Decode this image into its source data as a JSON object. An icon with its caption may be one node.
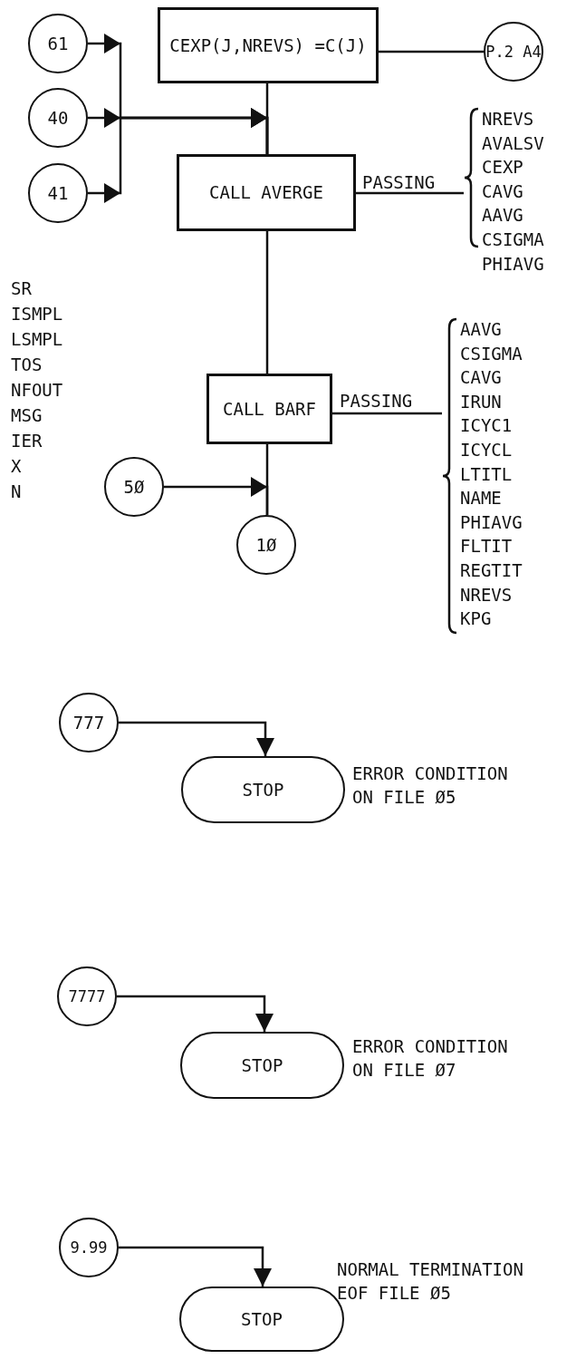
{
  "diagram": {
    "nodes": [
      {
        "text": [
          "61"
        ]
      },
      {
        "text": [
          "CEXP(J,NREVS) =C(J)"
        ]
      },
      {
        "text": [
          "P.2 A4"
        ]
      },
      {
        "text": [
          "40"
        ]
      },
      {
        "text": [
          "41"
        ]
      },
      {
        "text": [
          "CALL AVERGE"
        ]
      },
      {
        "text": [
          "NREVS",
          "AVALSV",
          "CEXP",
          "CAVG",
          "AAVG",
          "CSIGMA",
          "PHIAVG"
        ]
      },
      {
        "text": [
          "CALL BARF"
        ]
      },
      {
        "text": [
          "AAVG",
          "CSIGMA",
          "CAVG",
          "IRUN",
          "ICYC1",
          "ICYCL",
          "LTITL",
          "NAME",
          "PHIAVG",
          "FLTIT",
          "REGTIT",
          "NREVS",
          "KPG"
        ]
      },
      {
        "text": [
          "5Ø"
        ]
      },
      {
        "text": [
          "1Ø"
        ]
      },
      {
        "text": [
          "777"
        ]
      },
      {
        "text": [
          "STOP"
        ],
        "beside": [
          "ERROR CONDITION ON FILE Ø5"
        ]
      },
      {
        "text": [
          "7777"
        ]
      },
      {
        "text": [
          "STOP"
        ],
        "beside": [
          "ERROR CONDITION ON FILE Ø7"
        ]
      },
      {
        "text": [
          "9.99"
        ]
      },
      {
        "text": [
          "STOP"
        ],
        "beside": [
          "NORMAL TERMINATION EOF FILE Ø5"
        ]
      }
    ],
    "edges": [
      {
        "from": 0,
        "to": 5,
        "arrow": "to"
      },
      {
        "from": 3,
        "to": 5,
        "arrow": "to"
      },
      {
        "from": 4,
        "to": 5,
        "arrow": "to"
      },
      {
        "from": 1,
        "to": 5,
        "arrow": "none"
      },
      {
        "from": 1,
        "to": 2,
        "arrow": "none"
      },
      {
        "from": 5,
        "to": 6,
        "label": "PASSING",
        "arrow": "none"
      },
      {
        "from": 7,
        "to": 8,
        "label": "PASSING",
        "arrow": "none"
      },
      {
        "from": 5,
        "to": 7,
        "arrow": "none"
      },
      {
        "from": 7,
        "to": 10,
        "arrow": "none"
      },
      {
        "from": 9,
        "to": 10,
        "arrow": "to"
      },
      {
        "from": 11,
        "to": 12,
        "arrow": "to"
      },
      {
        "from": 13,
        "to": 14,
        "arrow": "to"
      },
      {
        "from": 15,
        "to": 16,
        "arrow": "to"
      }
    ],
    "labels": [
      "SR",
      "ISMPL",
      "LSMPL",
      "TOS",
      "NFOUT",
      "MSG",
      "IER",
      "X",
      "N"
    ]
  }
}
